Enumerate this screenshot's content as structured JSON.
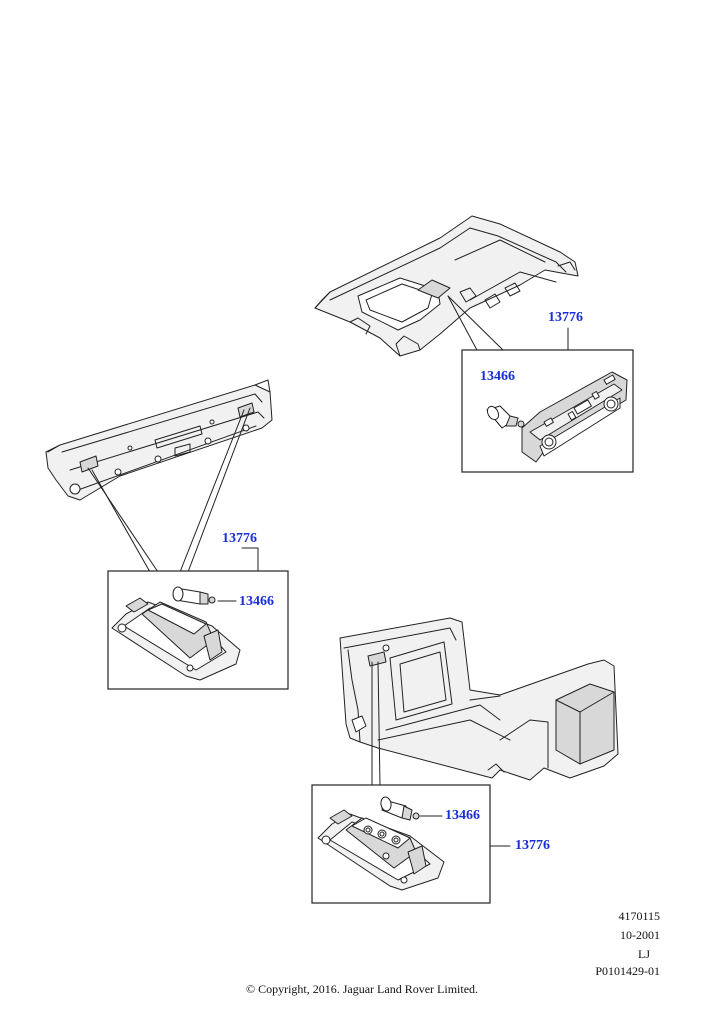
{
  "callouts": {
    "headlining_lamp": "13776",
    "headlining_bulb": "13466",
    "tailgate_lamp": "13776",
    "tailgate_bulb": "13466",
    "loadspace_lamp": "13776",
    "loadspace_bulb": "13466"
  },
  "meta": {
    "illustration_number": "4170115",
    "date": "10-2001",
    "initials": "LJ",
    "reference": "P0101429-01"
  },
  "copyright": "© Copyright, 2016. Jaguar Land Rover Limited.",
  "colors": {
    "callout_text": "#1a2fd6",
    "line_art": "#222222"
  }
}
